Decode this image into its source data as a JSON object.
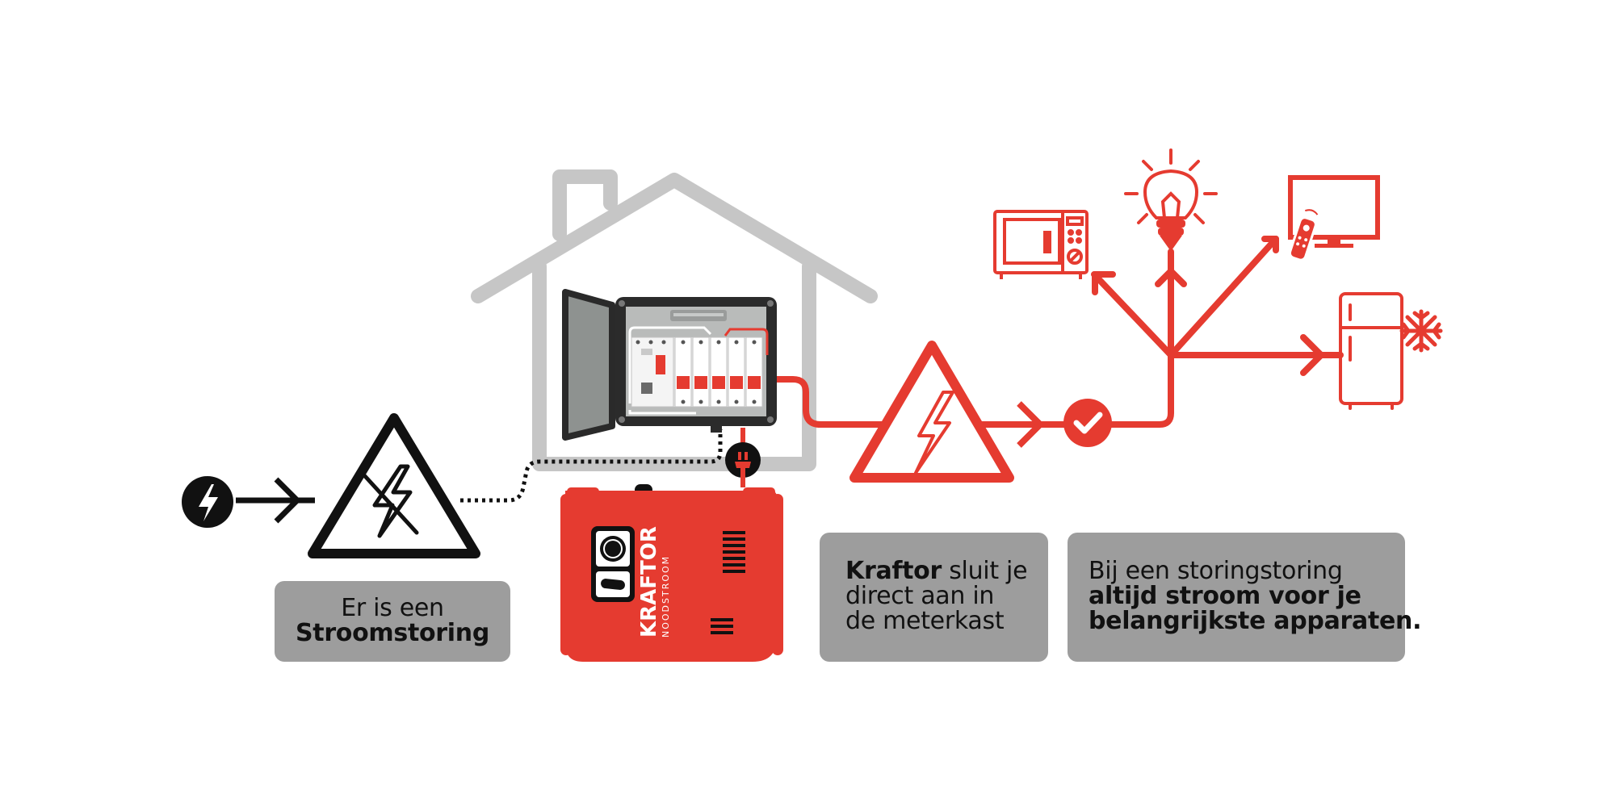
{
  "colors": {
    "red": "#e53b30",
    "black": "#111111",
    "house_gray": "#c6c6c6",
    "caption_gray": "#9d9d9d",
    "panel_gray": "#8e9290"
  },
  "icons": {
    "power_source": "lightning-bolt-icon",
    "outage_warning": "crossed-lightning-warning-icon",
    "active_warning": "lightning-warning-icon",
    "check": "check-icon",
    "appliances": [
      "microwave-icon",
      "light-bulb-icon",
      "tv-remote-icon",
      "fridge-freezer-icon"
    ]
  },
  "generator": {
    "brand": "KRAFTOR",
    "subbrand": "NOODSTROOM"
  },
  "captions": {
    "outage": {
      "line1": "Er is een",
      "line2": "Stroomstoring"
    },
    "connect": {
      "line1_bold": "Kraftor",
      "line1_rest": " sluit je",
      "line2": "direct aan in",
      "line3": "de meterkast"
    },
    "result": {
      "line1": "Bij een storingstoring",
      "line2": "altijd stroom voor je",
      "line3": "belangrijkste apparaten."
    }
  }
}
